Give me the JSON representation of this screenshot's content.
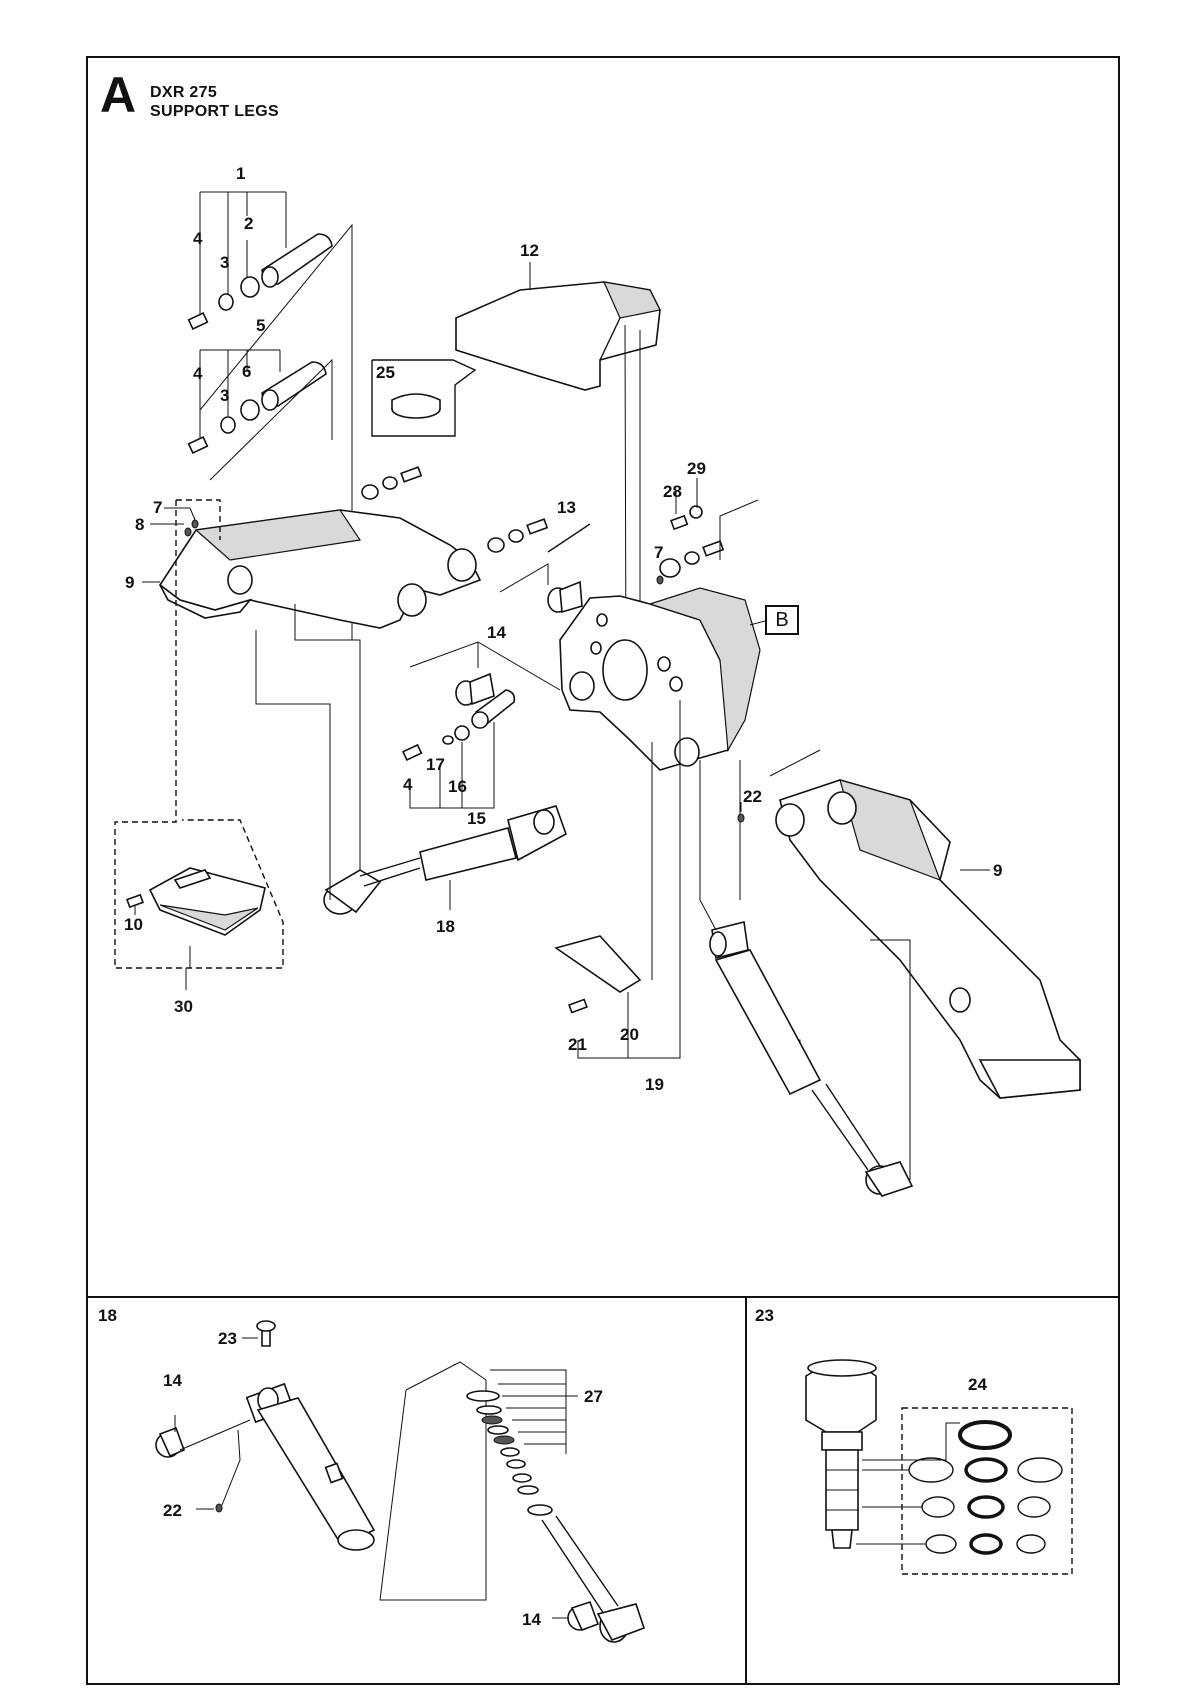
{
  "header": {
    "section_letter": "A",
    "model": "DXR 275",
    "subtitle": "SUPPORT LEGS"
  },
  "main_view": {
    "reference_box": "B",
    "callouts": [
      {
        "id": "c1",
        "label": "1"
      },
      {
        "id": "c2",
        "label": "2"
      },
      {
        "id": "c3a",
        "label": "3"
      },
      {
        "id": "c4a",
        "label": "4"
      },
      {
        "id": "c5",
        "label": "5"
      },
      {
        "id": "c6",
        "label": "6"
      },
      {
        "id": "c3b",
        "label": "3"
      },
      {
        "id": "c4b",
        "label": "4"
      },
      {
        "id": "c7a",
        "label": "7"
      },
      {
        "id": "c8",
        "label": "8"
      },
      {
        "id": "c9a",
        "label": "9"
      },
      {
        "id": "c12",
        "label": "12"
      },
      {
        "id": "c25",
        "label": "25"
      },
      {
        "id": "c13",
        "label": "13"
      },
      {
        "id": "c14a",
        "label": "14"
      },
      {
        "id": "c28",
        "label": "28"
      },
      {
        "id": "c29",
        "label": "29"
      },
      {
        "id": "c7b",
        "label": "7"
      },
      {
        "id": "c17",
        "label": "17"
      },
      {
        "id": "c4c",
        "label": "4"
      },
      {
        "id": "c16",
        "label": "16"
      },
      {
        "id": "c15",
        "label": "15"
      },
      {
        "id": "c22a",
        "label": "22"
      },
      {
        "id": "c9b",
        "label": "9"
      },
      {
        "id": "c10",
        "label": "10"
      },
      {
        "id": "c30",
        "label": "30"
      },
      {
        "id": "c18a",
        "label": "18"
      },
      {
        "id": "c21",
        "label": "21"
      },
      {
        "id": "c20",
        "label": "20"
      },
      {
        "id": "c19",
        "label": "19"
      }
    ]
  },
  "detail_18": {
    "panel_label": "18",
    "callouts": [
      {
        "id": "d23",
        "label": "23"
      },
      {
        "id": "d14a",
        "label": "14"
      },
      {
        "id": "d22",
        "label": "22"
      },
      {
        "id": "d27",
        "label": "27"
      },
      {
        "id": "d14b",
        "label": "14"
      }
    ]
  },
  "detail_23": {
    "panel_label": "23",
    "callouts": [
      {
        "id": "e24",
        "label": "24"
      }
    ]
  }
}
